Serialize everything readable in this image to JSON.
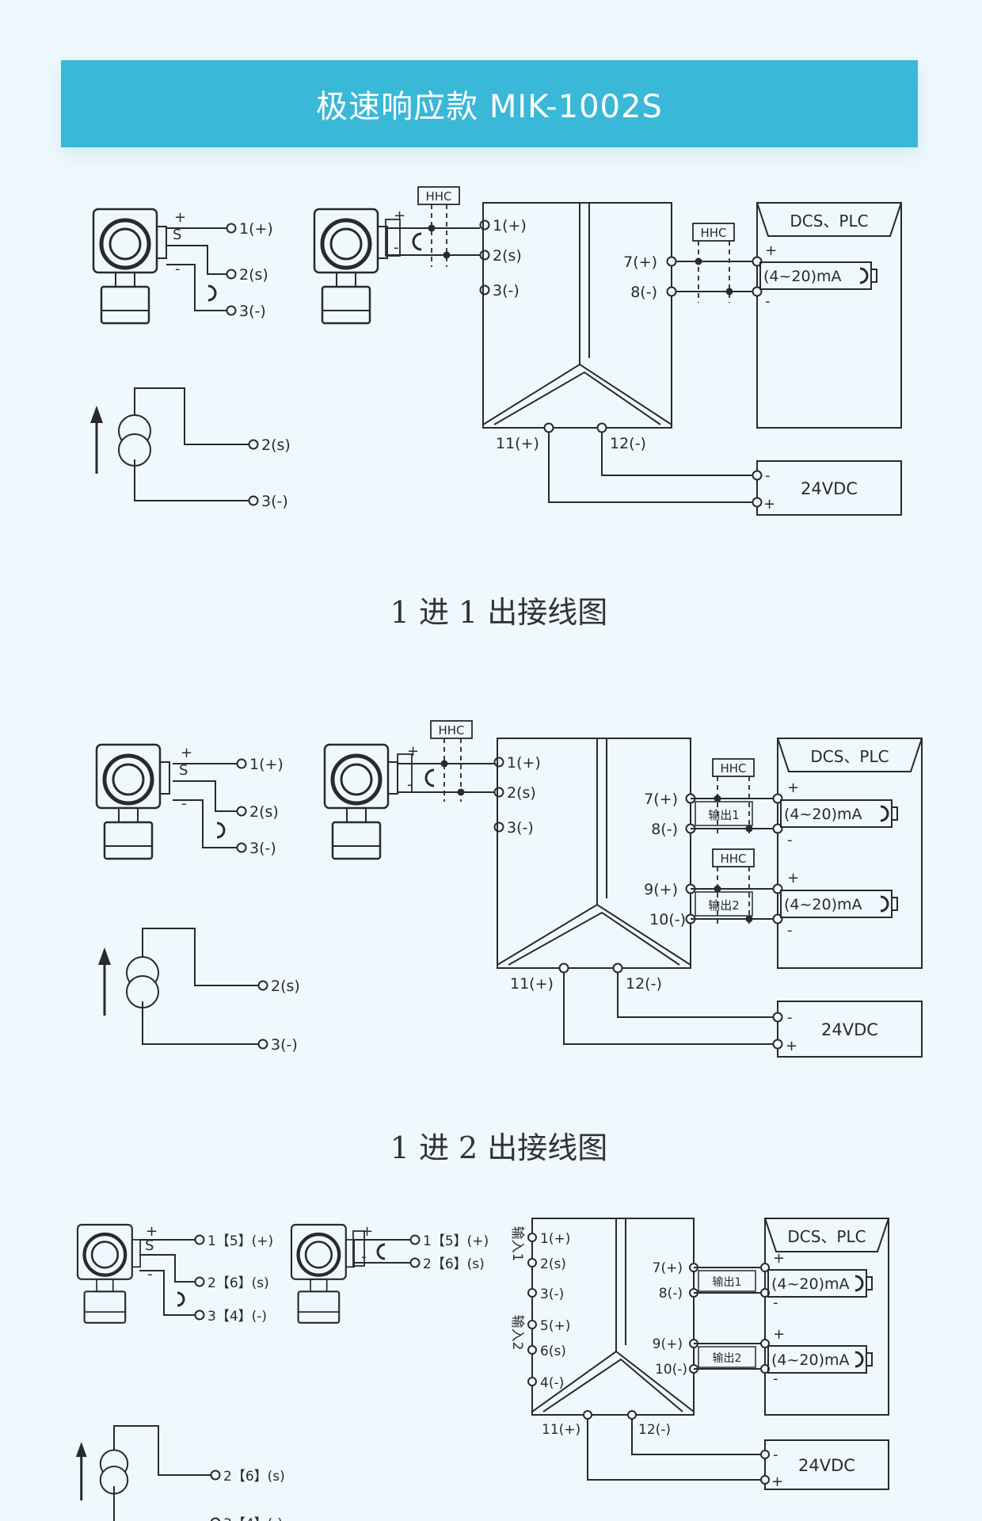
{
  "header": {
    "title": "极速响应款 MIK-1002S"
  },
  "captions": {
    "d1": "1 进 1 出接线图",
    "d2": "1 进 2 出接线图"
  },
  "labels": {
    "t1": "1(+)",
    "t2": "2(s)",
    "t3": "3(-)",
    "t7": "7(+)",
    "t8": "8(-)",
    "t9": "9(+)",
    "t10": "10(-)",
    "t11": "11(+)",
    "t12": "12(-)",
    "t5": "5(+)",
    "t6": "6(s)",
    "t4": "4(-)",
    "b1": "1【5】(+)",
    "b2": "2【6】(s)",
    "b3": "3【4】(-)",
    "hhc": "HHC",
    "dcs": "DCS、PLC",
    "ma": "(4~20)mA",
    "vdc": "24VDC",
    "out1": "输出1",
    "out2": "输出2",
    "in1": "输入1",
    "in2": "输入2",
    "plus": "+",
    "minus": "-",
    "s": "S"
  },
  "colors": {
    "banner": "#3ab8d8",
    "background": "#eff8fc",
    "line": "#2a2a2a"
  }
}
